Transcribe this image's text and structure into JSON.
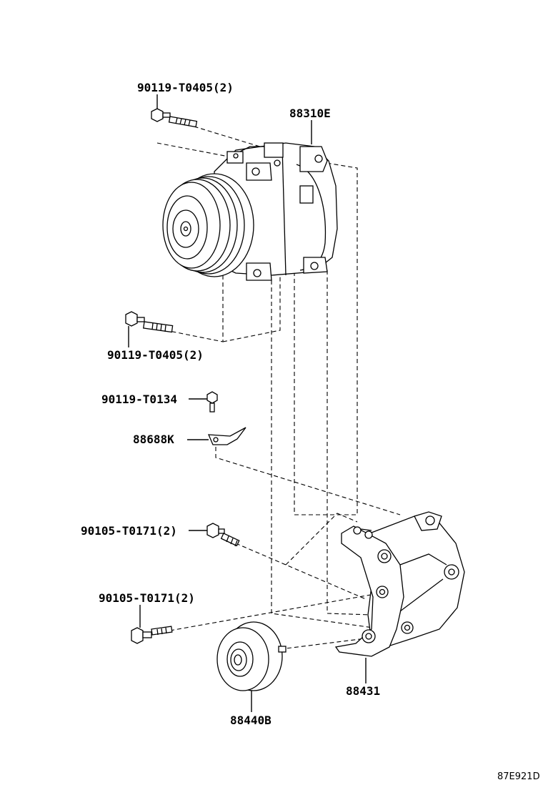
{
  "labels": {
    "bolt_top": "90119-T0405(2)",
    "compressor": "88310E",
    "bolt_mid": "90119-T0405(2)",
    "bolt_small": "90119-T0134",
    "bracket_plate": "88688K",
    "bolt_upper_right": "90105-T0171(2)",
    "bolt_lower_left": "90105-T0171(2)",
    "bracket": "88431",
    "idler_pulley": "88440B"
  },
  "diagram_code": "87E921D"
}
